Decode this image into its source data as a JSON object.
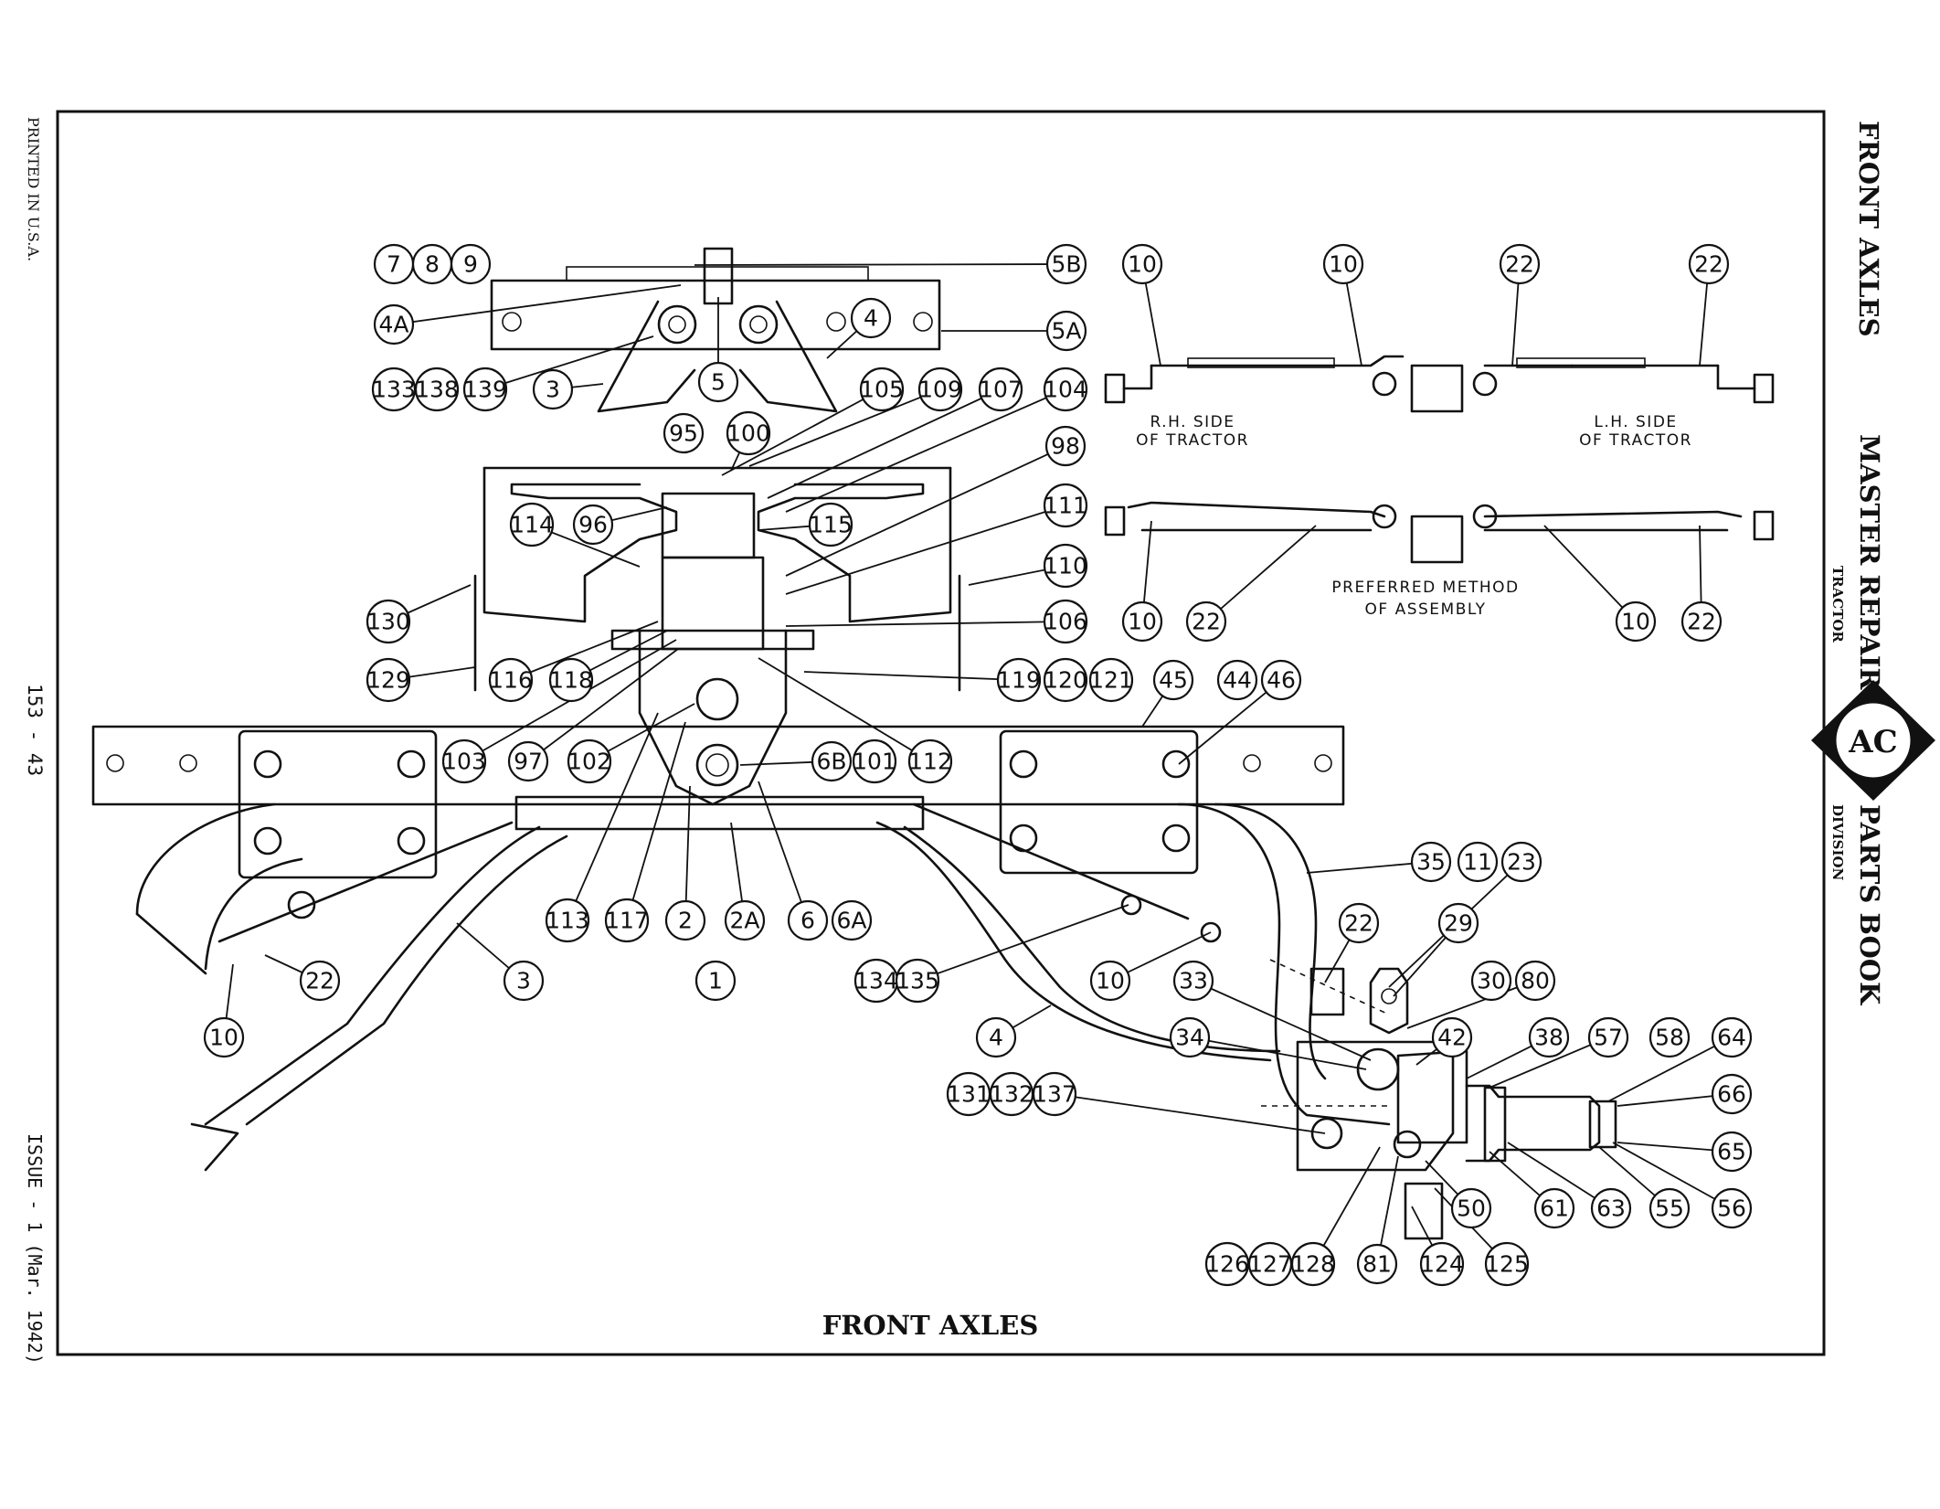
{
  "header": {
    "front_axles": "FRONT AXLES",
    "master_repair": "MASTER REPAIR",
    "tractor": "TRACTOR",
    "parts_book": "PARTS BOOK",
    "division": "DIVISION",
    "logo_text": "AC"
  },
  "margin": {
    "printed": "PRINTED IN U.S.A.",
    "page_number": "153 - 43",
    "issue": "ISSUE - 1 (Mar. 1942)"
  },
  "caption": "FRONT AXLES",
  "notes": {
    "rh_side": [
      "R.H. SIDE",
      "OF TRACTOR"
    ],
    "lh_side": [
      "L.H. SIDE",
      "OF TRACTOR"
    ],
    "preferred": [
      "PREFERRED METHOD",
      "OF ASSEMBLY"
    ]
  },
  "callout_labels": [
    "7",
    "8",
    "9",
    "5B",
    "4A",
    "4",
    "5A",
    "133",
    "138",
    "139",
    "3",
    "5",
    "105",
    "109",
    "107",
    "104",
    "95",
    "100",
    "98",
    "96",
    "114",
    "115",
    "111",
    "110",
    "130",
    "106",
    "129",
    "116",
    "118",
    "119",
    "120",
    "121",
    "45",
    "44",
    "46",
    "103",
    "97",
    "102",
    "6B",
    "101",
    "112",
    "113",
    "117",
    "2",
    "2A",
    "6",
    "6A",
    "1",
    "35",
    "11",
    "23",
    "22",
    "29",
    "134",
    "135",
    "10",
    "33",
    "30",
    "80",
    "34",
    "42",
    "38",
    "57",
    "58",
    "64",
    "131",
    "132",
    "137",
    "66",
    "65",
    "50",
    "61",
    "63",
    "55",
    "56",
    "126",
    "127",
    "128",
    "81",
    "124",
    "125"
  ]
}
